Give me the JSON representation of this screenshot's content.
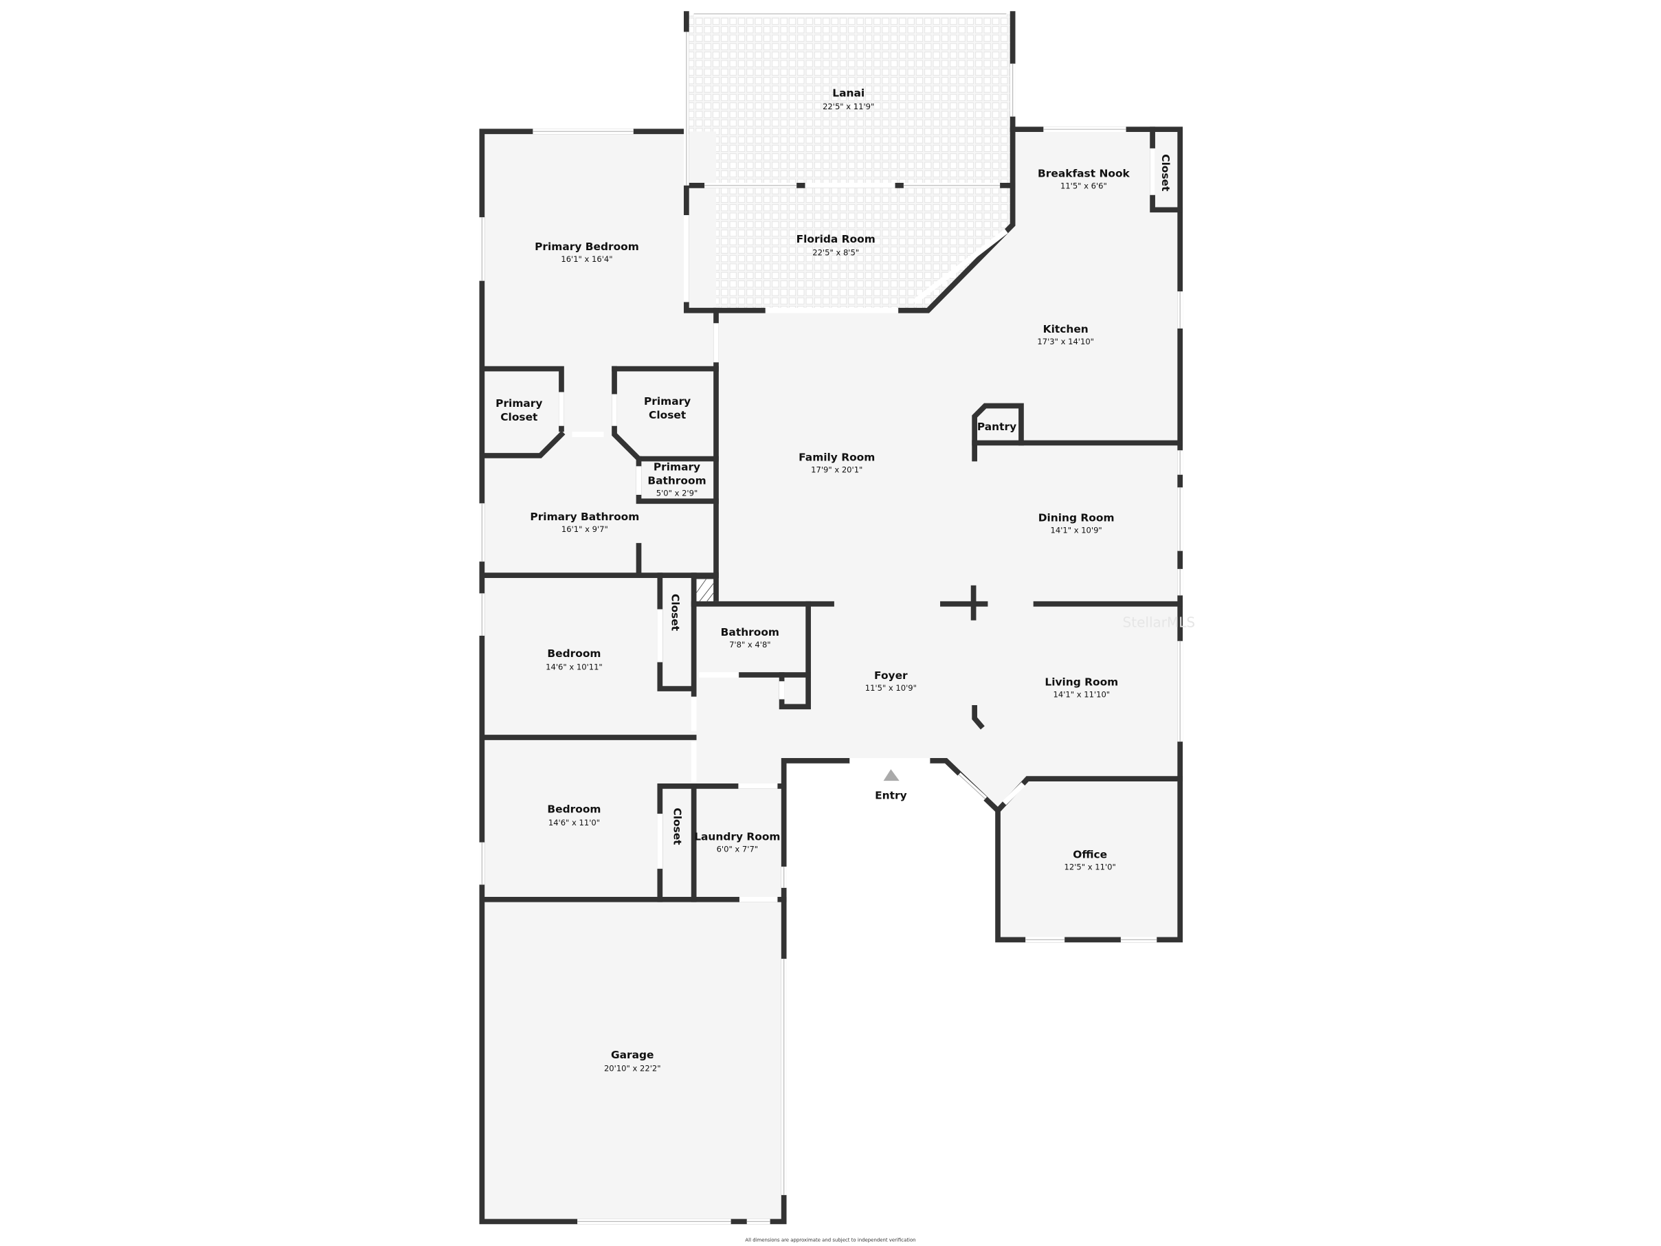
{
  "floorplan": {
    "rooms": [
      {
        "name": "Lanai",
        "dims": "22'5\" x 11'9\""
      },
      {
        "name": "Florida Room",
        "dims": "22'5\" x 8'5\""
      },
      {
        "name": "Primary Bedroom",
        "dims": "16'1\" x 16'4\""
      },
      {
        "name": "Breakfast Nook",
        "dims": "11'5\" x 6'6\""
      },
      {
        "name": "Closet",
        "dims": ""
      },
      {
        "name": "Kitchen",
        "dims": "17'3\" x 14'10\""
      },
      {
        "name": "Primary Closet",
        "dims": ""
      },
      {
        "name": "Primary Closet",
        "dims": ""
      },
      {
        "name": "Pantry",
        "dims": ""
      },
      {
        "name": "Primary Bathroom",
        "dims": "5'0\" x 2'9\""
      },
      {
        "name": "Family Room",
        "dims": "17'9\" x 20'1\""
      },
      {
        "name": "Primary Bathroom",
        "dims": "16'1\" x 9'7\""
      },
      {
        "name": "Dining Room",
        "dims": "14'1\" x 10'9\""
      },
      {
        "name": "Bedroom",
        "dims": "14'6\" x 10'11\""
      },
      {
        "name": "Closet",
        "dims": ""
      },
      {
        "name": "Bathroom",
        "dims": "7'8\" x 4'8\""
      },
      {
        "name": "Foyer",
        "dims": "11'5\" x 10'9\""
      },
      {
        "name": "Living Room",
        "dims": "14'1\" x 11'10\""
      },
      {
        "name": "Bedroom",
        "dims": "14'6\" x 11'0\""
      },
      {
        "name": "Closet",
        "dims": ""
      },
      {
        "name": "Laundry Room",
        "dims": "6'0\" x 7'7\""
      },
      {
        "name": "Office",
        "dims": "12'5\" x 11'0\""
      },
      {
        "name": "Garage",
        "dims": "20'10\" x 22'2\""
      }
    ],
    "entry_label": "Entry",
    "entry_icon": "triangle-up",
    "watermark": "StellarMLS",
    "disclaimer": "All dimensions are approximate and subject to independent verification",
    "colors": {
      "wall": "#333333",
      "floor": "#f5f5f5",
      "background": "#ffffff",
      "entry_marker": "#aaaaaa"
    }
  }
}
